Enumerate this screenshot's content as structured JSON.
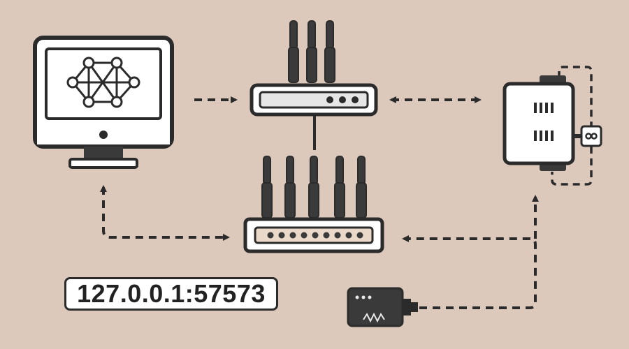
{
  "diagram": {
    "address_label": "127.0.0.1:57573"
  },
  "nodes": [
    {
      "id": "computer",
      "icon": "monitor-network-icon"
    },
    {
      "id": "router-top",
      "icon": "router-icon",
      "antennas": 3
    },
    {
      "id": "router-bottom",
      "icon": "router-icon",
      "antennas": 5
    },
    {
      "id": "server",
      "icon": "server-icon"
    },
    {
      "id": "power-adapter",
      "icon": "power-adapter-icon"
    }
  ],
  "connections": [
    {
      "from": "computer",
      "to": "router-top",
      "style": "dashed",
      "arrow": "end"
    },
    {
      "from": "router-top",
      "to": "server",
      "style": "dashed",
      "arrow": "both"
    },
    {
      "from": "router-top",
      "to": "router-bottom",
      "style": "solid",
      "arrow": "none"
    },
    {
      "from": "router-bottom",
      "to": "computer",
      "style": "dashed",
      "arrow": "both"
    },
    {
      "from": "power-adapter",
      "to": "router-bottom",
      "style": "dashed",
      "arrow": "end"
    },
    {
      "from": "power-adapter",
      "to": "server",
      "style": "dashed",
      "arrow": "end"
    },
    {
      "from": "server",
      "to": "server",
      "style": "dashed",
      "arrow": "none"
    }
  ],
  "colors": {
    "background": "#dcc9bc",
    "stroke": "#2b2b2b",
    "device_fill": "#ffffff",
    "screen_fill": "#ffffff",
    "router_panel_top": "#e6e6e6",
    "router_panel_bottom": "#ead9c8"
  }
}
